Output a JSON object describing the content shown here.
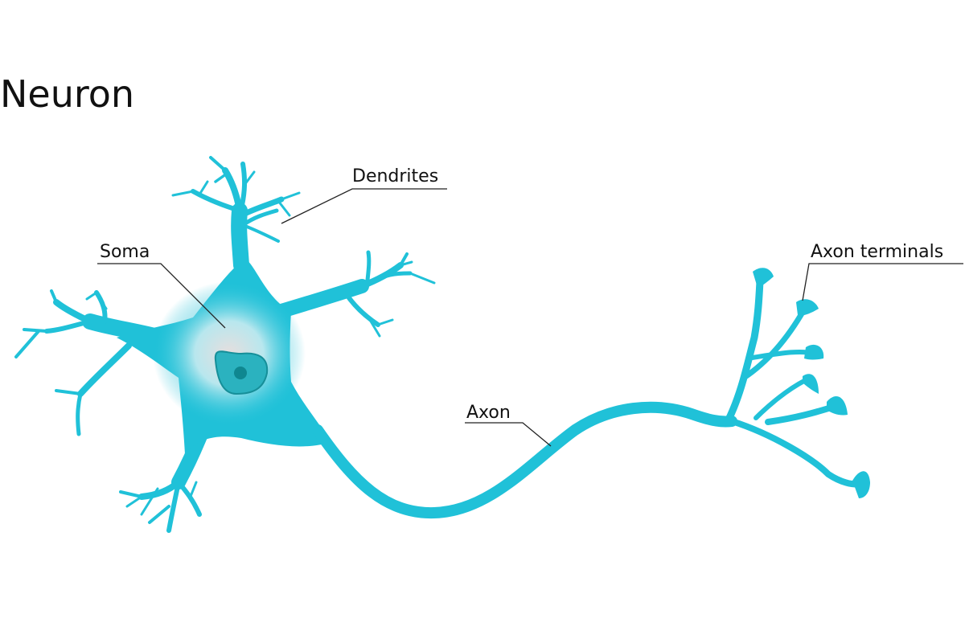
{
  "title": "Neuron",
  "labels": {
    "dendrites": "Dendrites",
    "soma": "Soma",
    "axon": "Axon",
    "axon_terminals": "Axon terminals"
  },
  "colors": {
    "neuron": "#20c1d8",
    "soma_center": "#e6dede",
    "nucleus": "#2bb2bf",
    "nucleus_border": "#168f99",
    "nucleolus": "#0f8790",
    "text": "#111111",
    "background": "#ffffff"
  }
}
